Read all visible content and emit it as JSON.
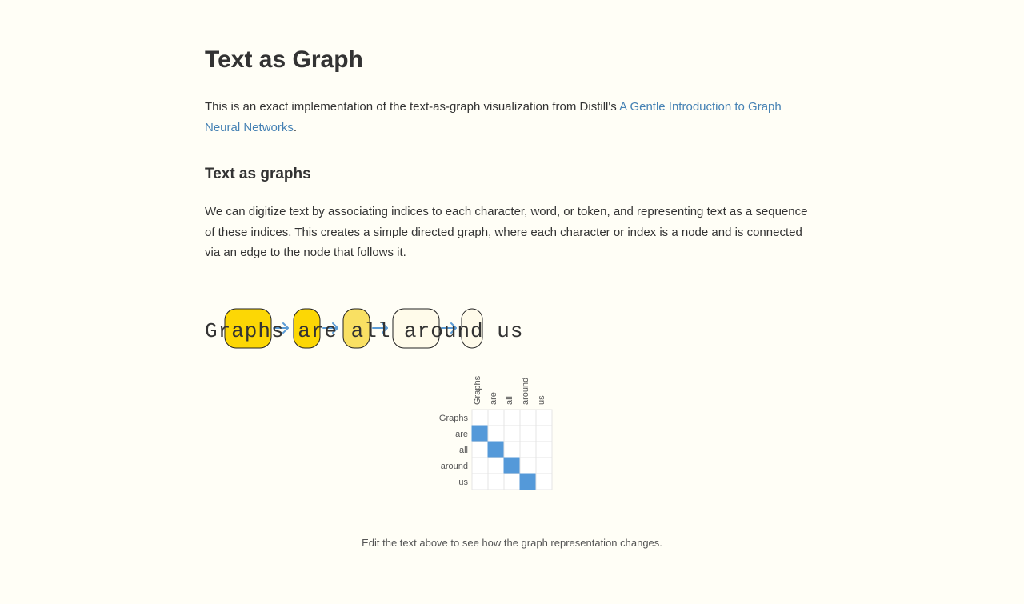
{
  "article": {
    "title": "Text as Graph",
    "intro_text": "This is an exact implementation of the text-as-graph visualization from Distill's ",
    "intro_link": "A Gentle Introduction to Graph Neural Networks",
    "intro_end": ".",
    "section_heading": "Text as graphs",
    "section_text": "We can digitize text by associating indices to each character, word, or token, and representing text as a sequence of these indices. This creates a simple directed graph, where each character or index is a node and is connected via an edge to the node that follows it."
  },
  "text_graph": {
    "text": "Graphs are all around us",
    "words": [
      "Graphs",
      "are",
      "all",
      "around",
      "us"
    ],
    "node_colors": [
      "#fcd705",
      "#fcd705",
      "#f9e063",
      "#fffbea",
      "#fffbea"
    ],
    "edge_color": "#5b9bd5"
  },
  "adjacency": {
    "labels": [
      "Graphs",
      "are",
      "all",
      "around",
      "us"
    ],
    "edges": [
      [
        1,
        0
      ],
      [
        2,
        1
      ],
      [
        3,
        2
      ],
      [
        4,
        3
      ]
    ],
    "fill_color": "#5499d9"
  },
  "caption": "Edit the text above to see how the graph representation changes."
}
